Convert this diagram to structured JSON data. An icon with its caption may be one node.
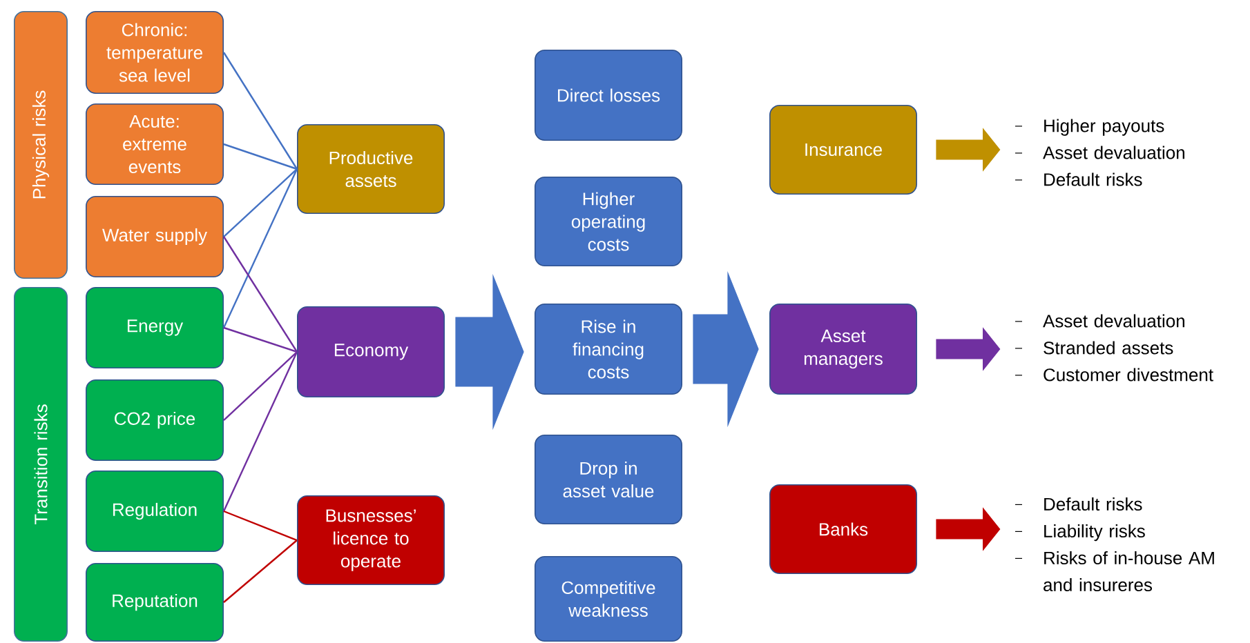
{
  "diagram": {
    "nodes": [
      {
        "text": [
          "Physical risks"
        ]
      },
      {
        "text": [
          "Transition risks"
        ]
      },
      {
        "text": [
          "Chronic: temperature sea level"
        ]
      },
      {
        "text": [
          "Acute: extreme events"
        ]
      },
      {
        "text": [
          "Water supply"
        ]
      },
      {
        "text": [
          "Energy"
        ]
      },
      {
        "text": [
          "CO2 price"
        ]
      },
      {
        "text": [
          "Regulation"
        ]
      },
      {
        "text": [
          "Reputation"
        ]
      },
      {
        "text": [
          "Productive assets"
        ]
      },
      {
        "text": [
          "Economy"
        ]
      },
      {
        "text": [
          "Busnesses’ licence to operate"
        ]
      },
      {
        "text": [
          "Direct losses"
        ]
      },
      {
        "text": [
          "Higher operating costs"
        ]
      },
      {
        "text": [
          "Rise in financing costs"
        ]
      },
      {
        "text": [
          "Drop in asset value"
        ]
      },
      {
        "text": [
          "Competitive weakness"
        ]
      },
      {
        "text": [
          "Insurance"
        ]
      },
      {
        "text": [
          "Asset managers"
        ]
      },
      {
        "text": [
          "Banks"
        ]
      },
      {
        "text": [
          "Higher payouts",
          "Asset devaluation",
          "Default risks"
        ]
      },
      {
        "text": [
          "Asset devaluation",
          "Stranded assets",
          "Customer divestment"
        ]
      },
      {
        "text": [
          "Default risks",
          "Liability risks",
          "Risks of in-house AM and insureres"
        ]
      }
    ],
    "edges": [
      {
        "from": 2,
        "to": 9,
        "arrow": "none",
        "color": "#4472c4"
      },
      {
        "from": 3,
        "to": 9,
        "arrow": "none",
        "color": "#4472c4"
      },
      {
        "from": 4,
        "to": 9,
        "arrow": "none",
        "color": "#4472c4"
      },
      {
        "from": 5,
        "to": 9,
        "arrow": "none",
        "color": "#4472c4"
      },
      {
        "from": 4,
        "to": 10,
        "arrow": "none",
        "color": "#7030a0"
      },
      {
        "from": 5,
        "to": 10,
        "arrow": "none",
        "color": "#7030a0"
      },
      {
        "from": 6,
        "to": 10,
        "arrow": "none",
        "color": "#7030a0"
      },
      {
        "from": 7,
        "to": 10,
        "arrow": "none",
        "color": "#7030a0"
      },
      {
        "from": 7,
        "to": 11,
        "arrow": "none",
        "color": "#c00000"
      },
      {
        "from": 8,
        "to": 11,
        "arrow": "none",
        "color": "#c00000"
      },
      {
        "from": 10,
        "to": 14,
        "arrow": "to",
        "style": "thick",
        "color": "#4472c4"
      },
      {
        "from": 14,
        "to": 18,
        "arrow": "to",
        "style": "thick",
        "color": "#4472c4"
      },
      {
        "from": 17,
        "to": 20,
        "arrow": "to",
        "style": "thick",
        "color": "#bf9000"
      },
      {
        "from": 18,
        "to": 21,
        "arrow": "to",
        "style": "thick",
        "color": "#7030a0"
      },
      {
        "from": 19,
        "to": 22,
        "arrow": "to",
        "style": "thick",
        "color": "#c00000"
      }
    ]
  }
}
